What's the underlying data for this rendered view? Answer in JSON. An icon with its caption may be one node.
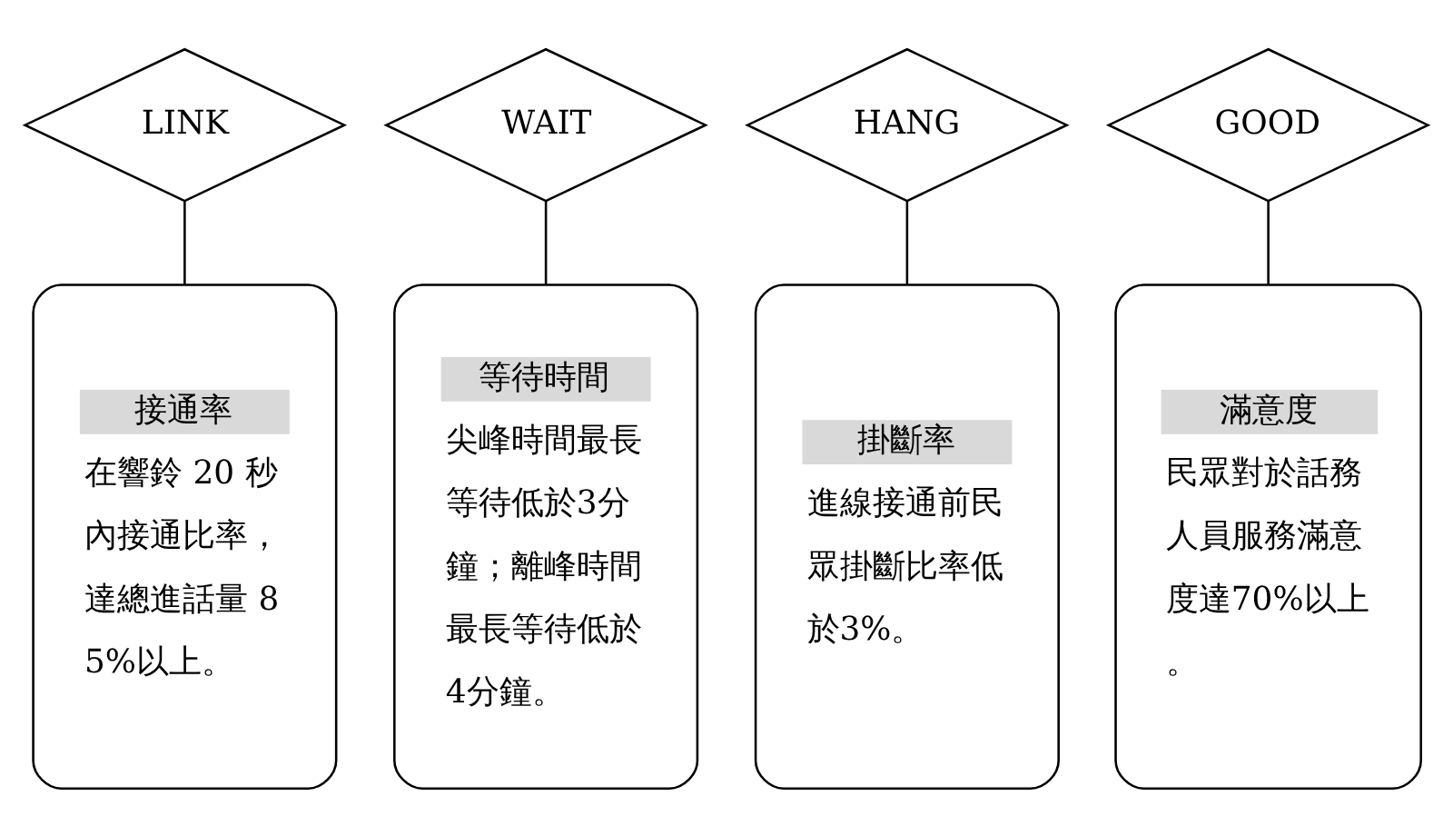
{
  "diagram": {
    "nodes": [
      {
        "text": [
          "LINK"
        ]
      },
      {
        "text": [
          "WAIT"
        ]
      },
      {
        "text": [
          "HANG"
        ]
      },
      {
        "text": [
          "GOOD"
        ]
      },
      {
        "text": [
          "接通率",
          "在響鈴 20 秒內接通比率，達總進話量 85%以上。"
        ]
      },
      {
        "text": [
          "等待時間",
          "尖峰時間最長等待低於3分鐘；離峰時間最長等待低於4分鐘。"
        ]
      },
      {
        "text": [
          "掛斷率",
          "進線接通前民眾掛斷比率低於3%。"
        ]
      },
      {
        "text": [
          "滿意度",
          "民眾對於話務人員服務滿意度達70%以上。"
        ]
      }
    ],
    "edges": [
      {
        "from": 0,
        "to": 4,
        "arrow": "none"
      },
      {
        "from": 1,
        "to": 5,
        "arrow": "none"
      },
      {
        "from": 2,
        "to": 6,
        "arrow": "none"
      },
      {
        "from": 3,
        "to": 7,
        "arrow": "none"
      }
    ]
  }
}
